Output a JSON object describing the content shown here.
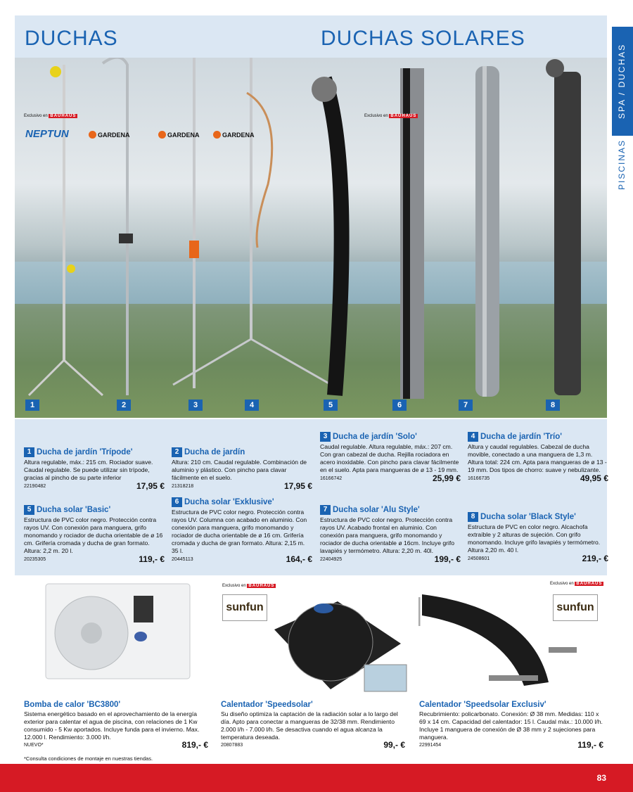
{
  "header": {
    "left_title": "DUCHAS",
    "right_title": "DUCHAS SOLARES"
  },
  "side_tabs": {
    "active": "SPA / DUCHAS",
    "inactive": "PISCINAS"
  },
  "image_labels": {
    "exclusive_prefix": "Exclusivo en",
    "exclusive_brand": "BAUHAUS",
    "brands": [
      "NEPTUN",
      "GARDENA",
      "GARDENA",
      "GARDENA"
    ],
    "numbers": [
      "1",
      "2",
      "3",
      "4",
      "5",
      "6",
      "7",
      "8"
    ]
  },
  "products": [
    {
      "num": "1",
      "name": "Ducha de jardín 'Trípode'",
      "desc": "Altura regulable, máx.: 215 cm. Rociador suave. Caudal regulable. Se puede utilizar sin trípode, gracias al pincho de su parte inferior",
      "code": "22190482",
      "price": "17,95 €"
    },
    {
      "num": "2",
      "name": "Ducha de jardín",
      "desc": "Altura: 210 cm. Caudal regulable. Combinación de aluminio y plástico. Con pincho para clavar fácilmente en el suelo.",
      "code": "21318218",
      "price": "17,95 €"
    },
    {
      "num": "3",
      "name": "Ducha de jardín 'Solo'",
      "desc": "Caudal regulable. Altura regulable, máx.: 207 cm. Con gran cabezal de ducha. Rejilla rociadora en acero inoxidable. Con pincho para clavar fácilmente en el suelo. Apta para mangueras de ø 13 - 19 mm.",
      "code": "16166742",
      "price": "25,99 €"
    },
    {
      "num": "4",
      "name": "Ducha de jardín 'Trío'",
      "desc": "Altura y caudal regulables. Cabezal de ducha movible, conectado a una manguera de 1,3 m. Altura total: 224 cm. Apta para mangueras de ø 13 - 19 mm. Dos tipos de chorro: suave y nebulizante.",
      "code": "16166735",
      "price": "49,95 €"
    },
    {
      "num": "5",
      "name": "Ducha solar 'Basic'",
      "desc": "Estructura de PVC color negro. Protección contra rayos UV. Con conexión para manguera, grifo monomando y rociador de ducha orientable de ø 16 cm. Grifería cromada y ducha de gran formato. Altura: 2,2 m. 20 l.",
      "code": "20235305",
      "price": "119,- €"
    },
    {
      "num": "6",
      "name": "Ducha solar 'Exklusive'",
      "desc": "Estructura de PVC color negro. Protección contra rayos UV. Columna con acabado en aluminio. Con conexión para manguera, grifo monomando y rociador de ducha orientable de ø 16 cm. Grifería cromada y ducha de gran formato. Altura: 2,15 m. 35 l.",
      "code": "20445113",
      "price": "164,- €"
    },
    {
      "num": "7",
      "name": "Ducha solar 'Alu Style'",
      "desc": "Estructura de PVC color negro. Protección contra rayos UV. Acabado frontal en aluminio. Con conexión para manguera, grifo monomando y rociador de ducha orientable ø 16cm. Incluye grifo lavapiés y termómetro. Altura: 2,20 m. 40l.",
      "code": "22404925",
      "price": "199,- €"
    },
    {
      "num": "8",
      "name": "Ducha solar 'Black Style'",
      "desc": "Estructura de PVC en color negro. Alcachofa extraíble y 2 alturas de sujeción. Con grifo monomando. Incluye grifo lavapiés y termómetro. Altura 2,20 m. 40 l.",
      "code": "24508601",
      "price": "219,- €"
    }
  ],
  "bottom": [
    {
      "name": "Bomba de calor 'BC3800'",
      "desc": "Sistema energético basado en el aprovechamiento de la energía exterior para calentar el agua de piscina, con relaciones de 1 Kw consumido - 5 Kw aportados. Incluye funda para el invierno. Max. 12.000 l. Rendimiento: 3.000 l/h.",
      "code": "NUEVO*",
      "price": "819,- €"
    },
    {
      "name": "Calentador 'Speedsolar'",
      "desc": "Su diseño optimiza la captación de la radiación solar a lo largo del día. Apto para conectar a mangueras de 32/38 mm. Rendimiento 2.000 l/h - 7.000 l/h. Se desactiva cuando el agua alcanza la temperatura deseada.",
      "code": "20807883",
      "price": "99,- €"
    },
    {
      "name": "Calentador 'Speedsolar Exclusiv'",
      "desc": "Recubrimiento: policarbonato. Conexión: Ø 38 mm. Medidas: 110 x 69 x 14 cm. Capacidad del calentador: 15 l. Caudal máx.: 10.000 l/h. Incluye 1 manguera de conexión de Ø 38 mm y 2 sujeciones para manguera.",
      "code": "22991454",
      "price": "119,- €"
    }
  ],
  "sunfun_logo": "sunfun",
  "footnote": "*Consulta condiciones de montaje en nuestras tiendas.",
  "page_number": "83",
  "colors": {
    "accent": "#1a63b2",
    "band": "#dbe7f3",
    "red": "#d61a24"
  }
}
